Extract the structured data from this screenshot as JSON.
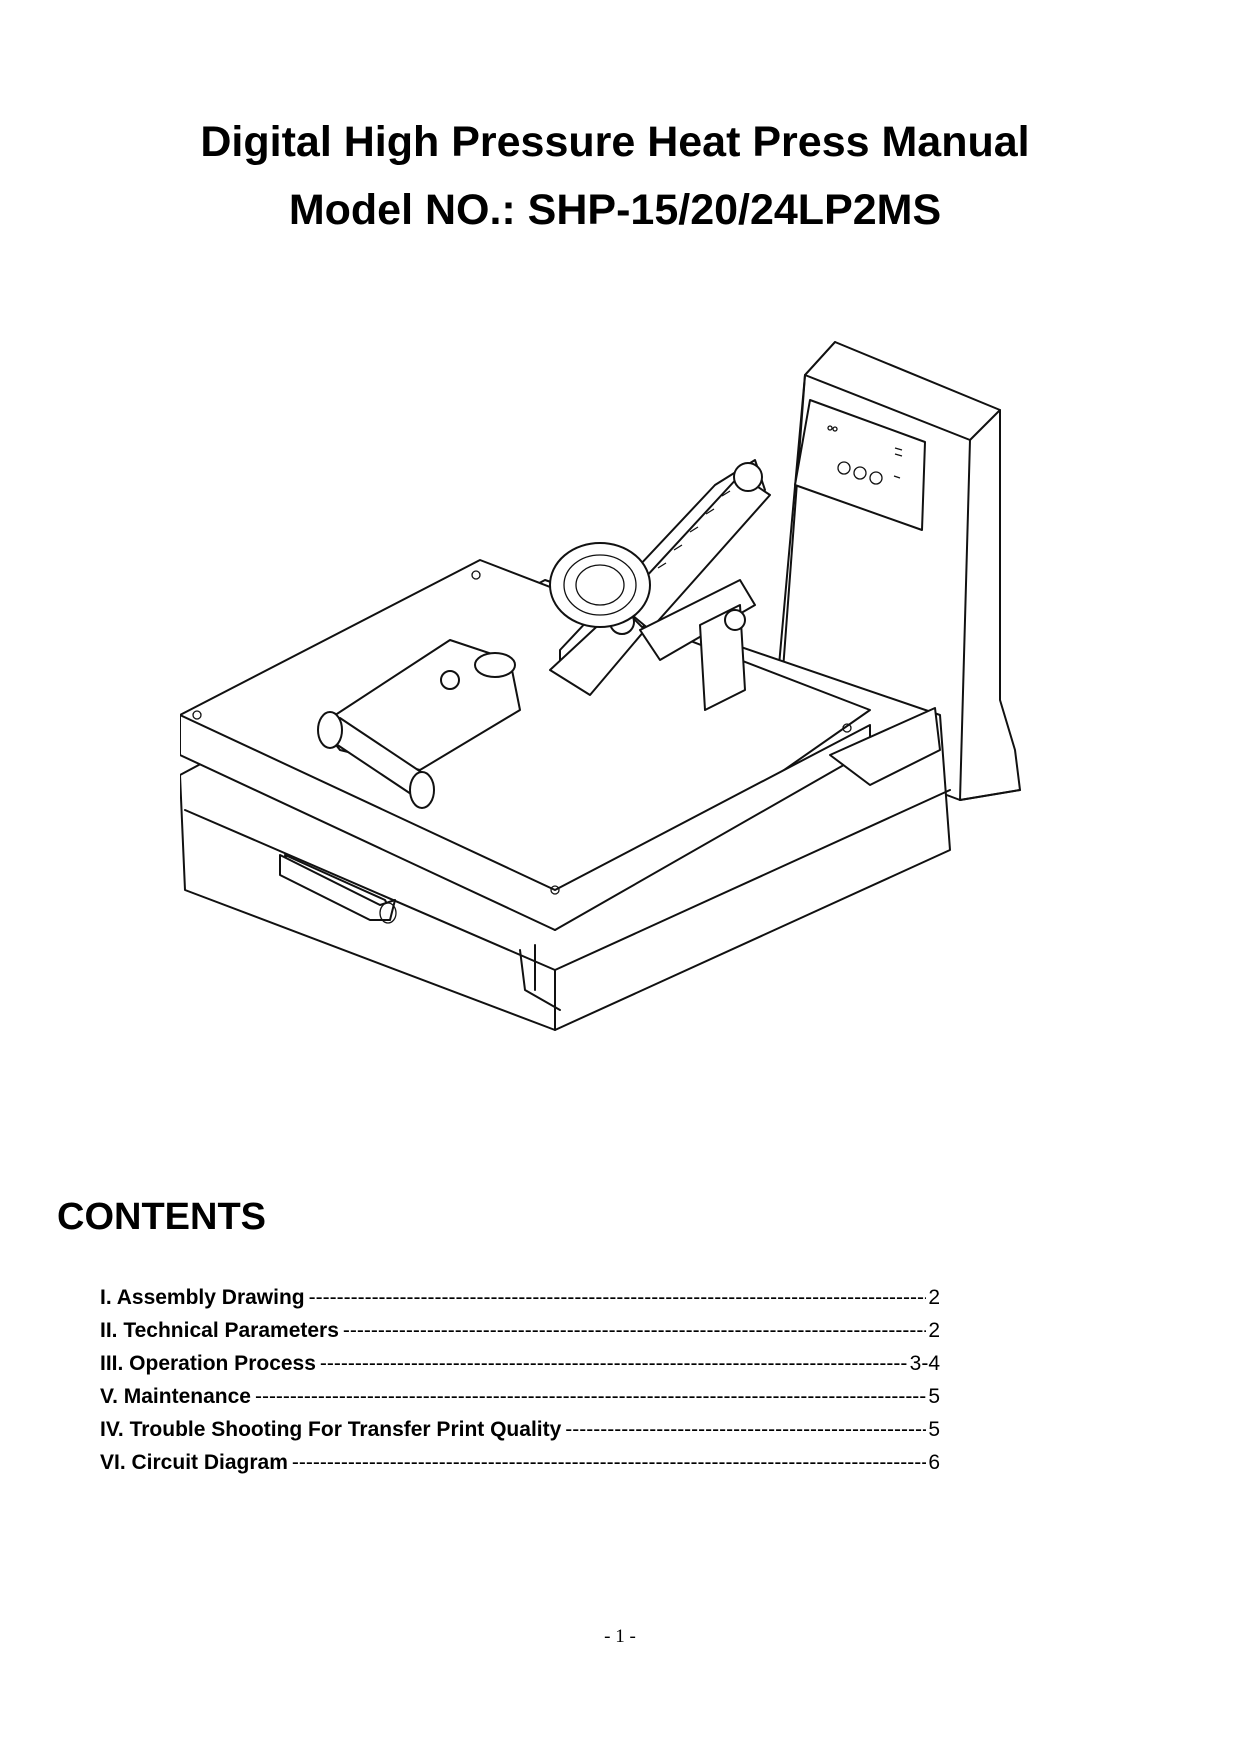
{
  "document": {
    "title_line1": "Digital High Pressure Heat Press Manual",
    "title_line2": "Model NO.: SHP-15/20/24LP2MS",
    "illustration_icon": "heat-press-machine-drawing",
    "contents_heading": "CONTENTS",
    "toc": [
      {
        "label": "I. Assembly Drawing ",
        "page": "2"
      },
      {
        "label": "II. Technical Parameters ",
        "page": "2"
      },
      {
        "label": "III. Operation Process ",
        "page": "3-4"
      },
      {
        "label": "V. Maintenance ",
        "page": "5"
      },
      {
        "label": "IV. Trouble Shooting For Transfer Print Quality",
        "page": "5"
      },
      {
        "label": "VI. Circuit Diagram ",
        "page": "6"
      }
    ],
    "page_number": "- 1 -"
  }
}
